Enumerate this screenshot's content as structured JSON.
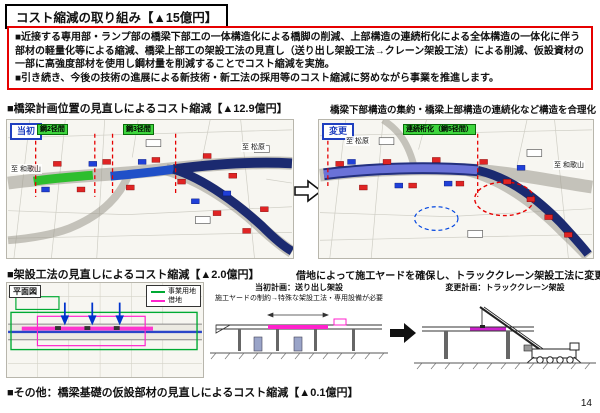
{
  "title": "コスト縮減の取り組み【▲15億円】",
  "summary": {
    "bullet1": "■近接する専用部・ランプ部の橋梁下部工の一体構造化による橋脚の削減、上部構造の連続桁化による全体構造の一体化に伴う部材の軽量化等による縮減、橋梁上部工の架設工法の見直し（送り出し架設工法→クレーン架設工法）による削減、仮設資材の一部に高強度部材を使用し鋼材量を削減することでコスト縮減を実施。",
    "bullet2": "■引き続き、今後の技術の進展による新技術・新工法の採用等のコスト縮減に努めながら事業を推進します。"
  },
  "bridge_section": {
    "heading": "■橋梁計画位置の見直しによるコスト縮減【▲12.9億円】",
    "note": "橋梁下部構造の集約・橋梁上部構造の連続化など構造を合理化",
    "before": {
      "tag": "当初",
      "span_label_1": "鋼2径間",
      "span_label_2": "鋼3径間",
      "dir_matsubara": "至 松原",
      "dir_wakayama": "至 和歌山"
    },
    "after": {
      "tag": "変更",
      "span_label": "連続桁化（鋼5径間）",
      "dir_matsubara": "至 松原",
      "dir_wakayama": "至 和歌山"
    }
  },
  "erection_section": {
    "heading": "■架設工法の見直しによるコスト縮減【▲2.0億円】",
    "note": "借地によって施工ヤードを確保し、トラッククレーン架設工法に変更",
    "plan_view": {
      "label": "平面図",
      "legend": [
        {
          "label": "事業用地"
        },
        {
          "label": "借地"
        }
      ]
    },
    "original_plan": {
      "title": "当初計画：送り出し架設",
      "note": "施工ヤードの制約→特殊な架設工法・専用設備が必要"
    },
    "revised_plan": {
      "title": "変更計画：トラッククレーン架設"
    }
  },
  "other_section": {
    "heading": "■その他：橋梁基礎の仮設部材の見直しによるコスト縮減【▲0.1億円】"
  },
  "page": {
    "number": "14"
  },
  "colors": {
    "accent_red": "#e60000",
    "tag_blue": "#1f3fbf",
    "highlight_green": "#3ed63e",
    "band_navy": "#1b2a70",
    "band_green": "#2ebe2e",
    "band_blue": "#2050c8",
    "band_purple": "#6a72d8",
    "leased_magenta": "#ff22cc",
    "site_green": "#00aa33"
  }
}
